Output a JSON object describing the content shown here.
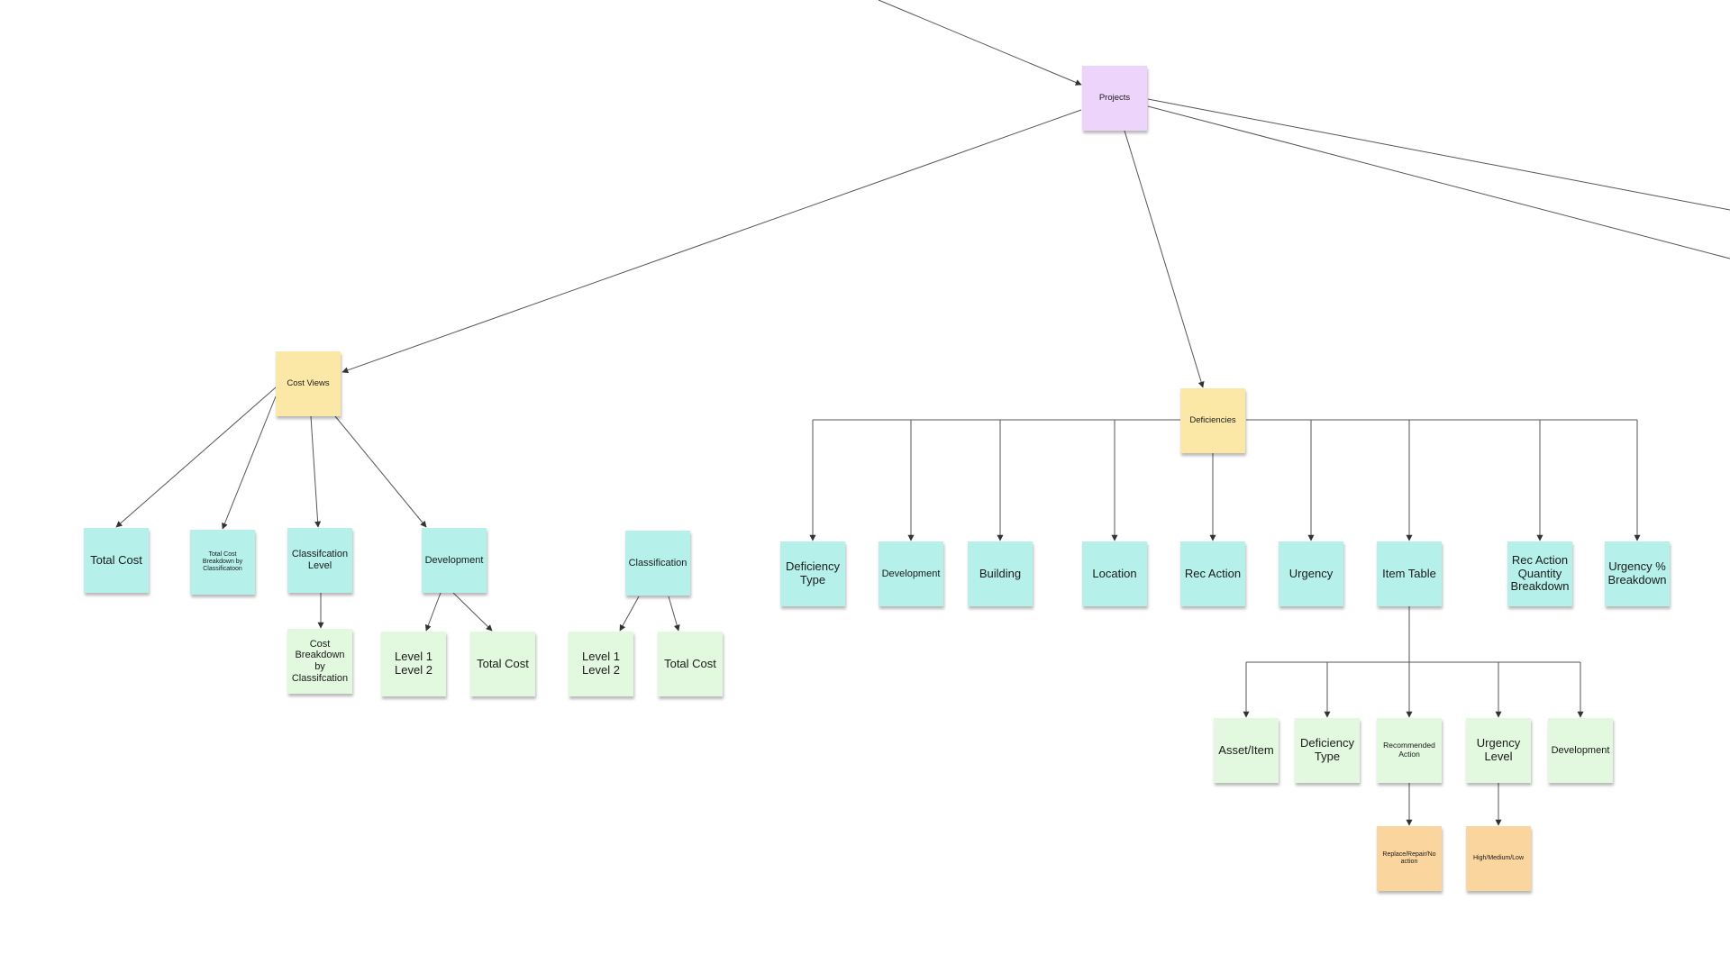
{
  "nodes": {
    "projects": {
      "label": "Projects",
      "color": "#ecd4fb"
    },
    "cost_views": {
      "label": "Cost Views",
      "color": "#fbe8a6"
    },
    "deficiencies": {
      "label": "Deficiencies",
      "color": "#fbe8a6"
    },
    "cv_total_cost": {
      "label": "Total Cost"
    },
    "cv_total_cost_breakdown": {
      "label": "Total Cost Breakdown by Classificatoon"
    },
    "cv_classification_level": {
      "label": "Classifcation Level"
    },
    "cv_cost_breakdown": {
      "label": "Cost Breakdown by Classifcation"
    },
    "cv_development": {
      "label": "Development"
    },
    "cv_dev_levels": {
      "label": "Level 1\nLevel 2"
    },
    "cv_dev_total_cost": {
      "label": "Total Cost"
    },
    "classification": {
      "label": "Classification"
    },
    "cls_levels": {
      "label": "Level 1\nLevel 2"
    },
    "cls_total_cost": {
      "label": "Total Cost"
    },
    "def_deficiency_type": {
      "label": "Deficiency Type"
    },
    "def_development": {
      "label": "Development"
    },
    "def_building": {
      "label": "Building"
    },
    "def_location": {
      "label": "Location"
    },
    "def_rec_action": {
      "label": "Rec Action"
    },
    "def_urgency": {
      "label": "Urgency"
    },
    "def_item_table": {
      "label": "Item Table"
    },
    "def_rec_action_qty": {
      "label": "Rec Action Quantity Breakdown"
    },
    "def_urgency_pct": {
      "label": "Urgency % Breakdown"
    },
    "it_asset_item": {
      "label": "Asset/Item"
    },
    "it_deficiency_type": {
      "label": "Deficiency Type"
    },
    "it_recommended_action": {
      "label": "Recommended Action"
    },
    "it_urgency_level": {
      "label": "Urgency Level"
    },
    "it_development": {
      "label": "Development"
    },
    "ra_values": {
      "label": "Replace/Repair/No action",
      "color": "#fbd59e"
    },
    "ul_values": {
      "label": "High/Medium/Low",
      "color": "#fbd59e"
    }
  },
  "colors": {
    "view_note": "#b5f1ea",
    "field_note": "#e2f8df",
    "connector": "#555555"
  }
}
